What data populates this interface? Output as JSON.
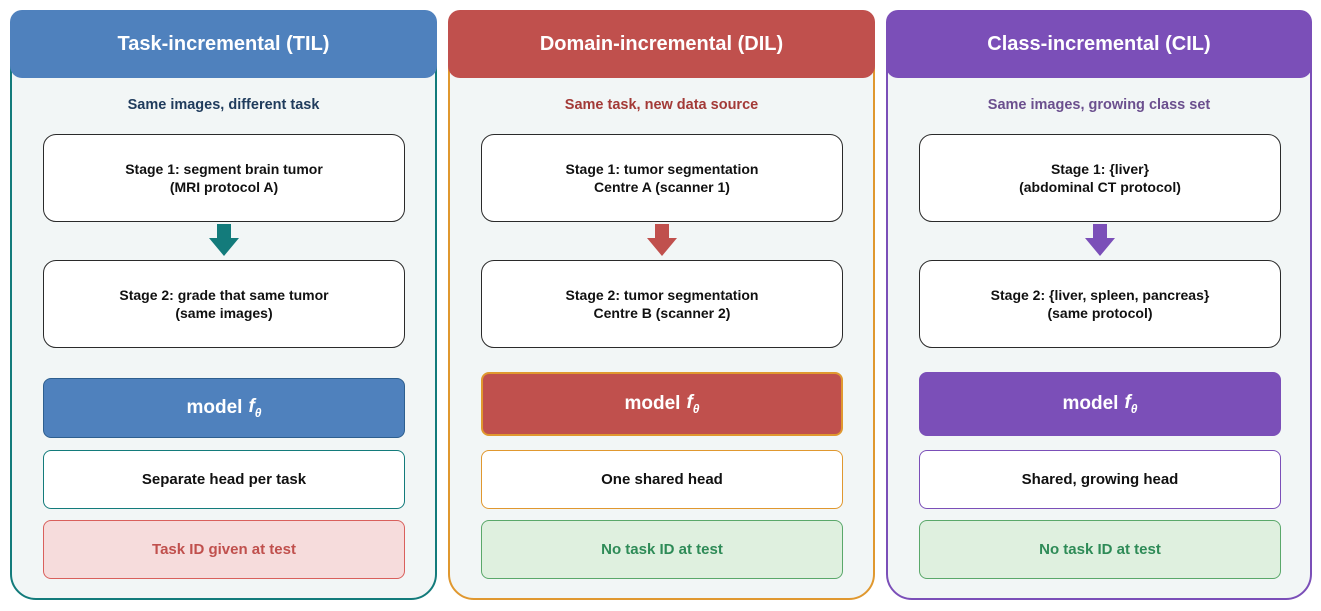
{
  "colors": {
    "til": "#4f81bd",
    "til_border": "#137b7b",
    "til_arrow": "#137b7b",
    "til_subtitle": "#1f3b5c",
    "dil": "#c0504d",
    "dil_border": "#e0982f",
    "dil_arrow": "#c0504d",
    "dil_subtitle": "#a33a37",
    "cil": "#7b4fb8",
    "cil_border": "#7b4fb8",
    "cil_arrow": "#7b4fb8",
    "cil_subtitle": "#6b4f8e",
    "taskid_red_bg": "#f6dcdc",
    "taskid_red_text": "#c0504d",
    "taskid_green_bg": "#dff0df",
    "taskid_green_text": "#2e8b57"
  },
  "panels": {
    "til": {
      "title": "Task-incremental (TIL)",
      "subtitle": "Same images, different task",
      "stage1": [
        "Stage 1: segment brain tumor",
        "(MRI protocol A)"
      ],
      "stage2": [
        "Stage 2: grade that same tumor",
        "(same images)"
      ],
      "model": "model",
      "model_symbol": "f",
      "model_subscript": "θ",
      "head": "Separate head per task",
      "task_id": "Task ID given at test"
    },
    "dil": {
      "title": "Domain-incremental (DIL)",
      "subtitle": "Same task, new data source",
      "stage1": [
        "Stage 1: tumor segmentation",
        "Centre A (scanner 1)"
      ],
      "stage2": [
        "Stage 2: tumor segmentation",
        "Centre B (scanner 2)"
      ],
      "model": "model",
      "model_symbol": "f",
      "model_subscript": "θ",
      "head": "One shared head",
      "task_id": "No task ID at test"
    },
    "cil": {
      "title": "Class-incremental (CIL)",
      "subtitle": "Same images, growing class set",
      "stage1": [
        "Stage 1: {liver}",
        "(abdominal CT protocol)"
      ],
      "stage2": [
        "Stage 2: {liver, spleen, pancreas}",
        "(same protocol)"
      ],
      "model": "model",
      "model_symbol": "f",
      "model_subscript": "θ",
      "head": "Shared, growing head",
      "task_id": "No task ID at test"
    }
  }
}
